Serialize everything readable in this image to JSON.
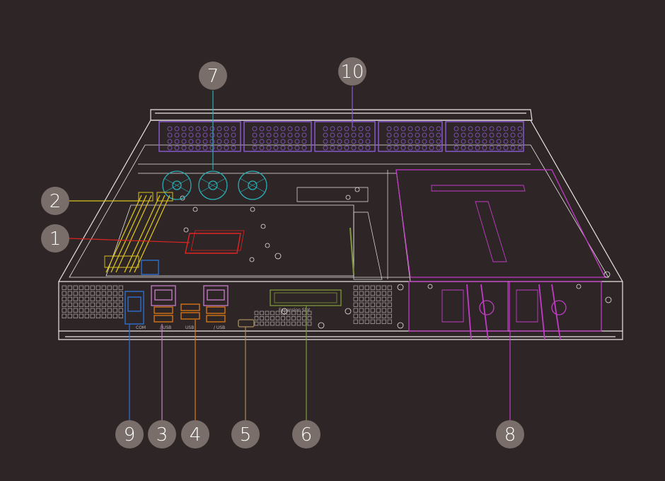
{
  "diagram": {
    "callouts": [
      {
        "id": "1",
        "text": "1",
        "color": "#e02424"
      },
      {
        "id": "2",
        "text": "2",
        "color": "#d9c21d"
      },
      {
        "id": "3",
        "text": "3",
        "color": "#c77fc9"
      },
      {
        "id": "4",
        "text": "4",
        "color": "#e07a14"
      },
      {
        "id": "5",
        "text": "5",
        "color": "#a88b5d"
      },
      {
        "id": "6",
        "text": "6",
        "color": "#7e9a3a"
      },
      {
        "id": "7",
        "text": "7",
        "color": "#27b0b8"
      },
      {
        "id": "8",
        "text": "8",
        "color": "#c13bc6"
      },
      {
        "id": "9",
        "text": "9",
        "color": "#2d6fd0"
      },
      {
        "id": "10",
        "text": "10",
        "color": "#8e5ad6"
      }
    ],
    "panel_labels": {
      "expansion_slot": "Expansion Slot",
      "usb_a": "/ USB",
      "usb_b": "USB",
      "usb_c": "/ USB",
      "ipmi": "COM"
    }
  },
  "colors": {
    "background": "#2e2626",
    "chassis_line": "#e9e4e4",
    "badge": "#7a6e6a",
    "cpu": "#e02424",
    "dimm": "#d9c21d",
    "lan_usb": "#c77fc9",
    "usb": "#e07a14",
    "hdmi": "#a88b5d",
    "expansion": "#7e9a3a",
    "fans": "#27b0b8",
    "psu": "#c13bc6",
    "ipmi": "#2d6fd0",
    "drive_bays": "#8e5ad6"
  }
}
